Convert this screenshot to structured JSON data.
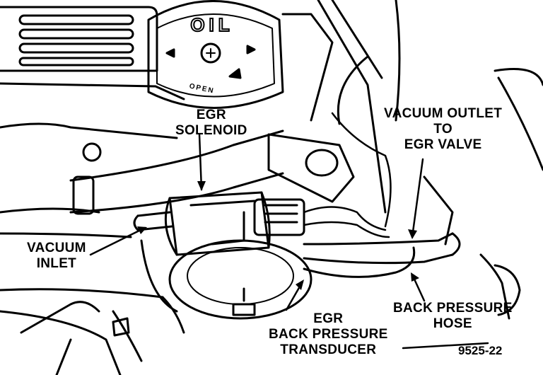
{
  "figure_number": "9525-22",
  "cap_text": {
    "oil": "OIL",
    "open": "OPEN"
  },
  "labels": {
    "egr_solenoid": [
      "EGR",
      "SOLENOID"
    ],
    "vacuum_outlet": [
      "VACUUM OUTLET",
      "TO",
      "EGR VALVE"
    ],
    "vacuum_inlet": [
      "VACUUM",
      "INLET"
    ],
    "back_pressure_hose": [
      "BACK PRESSURE",
      "HOSE"
    ],
    "egr_transducer": [
      "EGR",
      "BACK PRESSURE",
      "TRANSDUCER"
    ]
  },
  "colors": {
    "line": "#000000",
    "background": "#ffffff"
  }
}
